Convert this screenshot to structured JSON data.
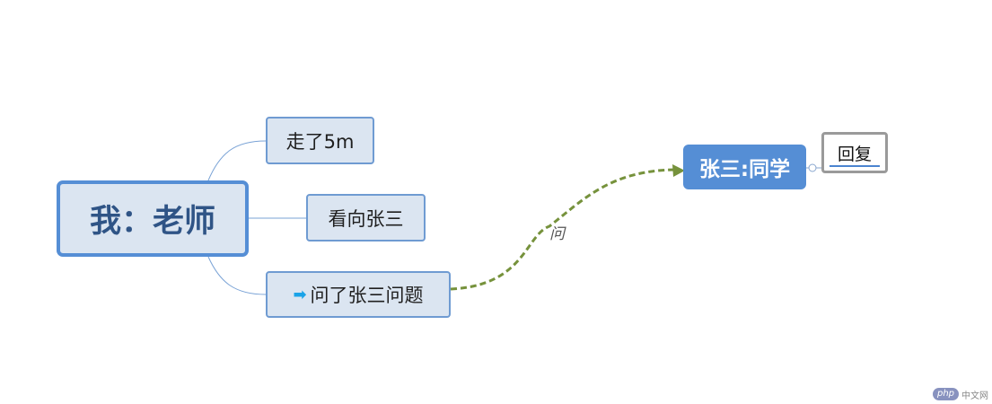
{
  "mindmap": {
    "root": {
      "label": "我：老师"
    },
    "children": [
      {
        "label": "走了5m",
        "icon": ""
      },
      {
        "label": "看向张三",
        "icon": ""
      },
      {
        "label": "问了张三问题",
        "icon": "arrow-right-icon"
      }
    ],
    "target": {
      "label": "张三:同学"
    },
    "callout": {
      "label": "回复"
    },
    "relationship": {
      "label": "问"
    }
  },
  "colors": {
    "root_fill": "#dbe5f1",
    "root_border": "#558ed5",
    "child_border": "#6f9bd2",
    "target_fill": "#558ed5",
    "relation_line": "#76923c",
    "connector": "#7aa3d6"
  },
  "watermark": {
    "logo": "php",
    "text": "中文网"
  }
}
